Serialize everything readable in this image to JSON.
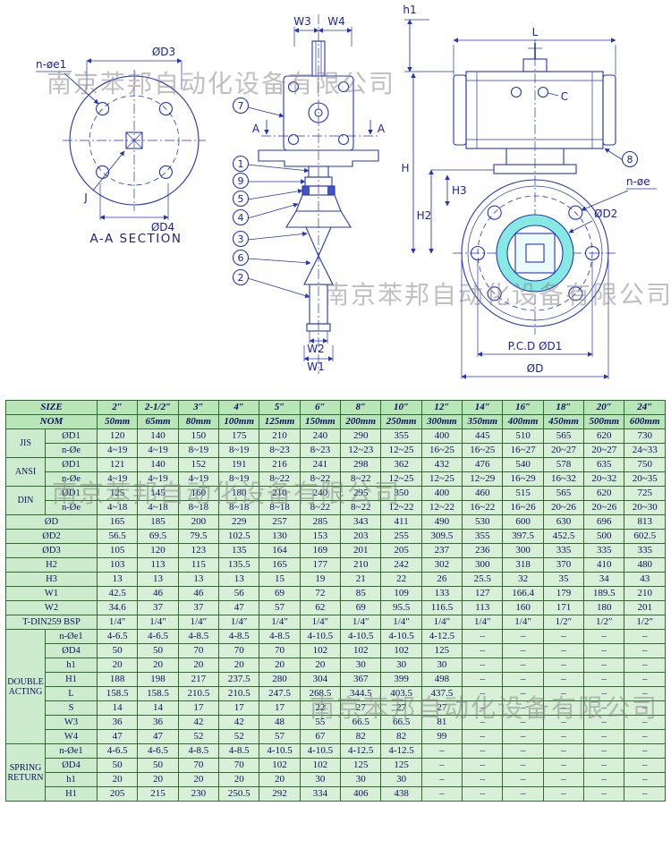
{
  "watermark_text": "南京苯邦自动化设备有限公司",
  "drawing": {
    "section_title": "A-A SECTION",
    "labels": {
      "n_oe1": "n-øe1",
      "d3": "ØD3",
      "d4": "ØD4",
      "j": "J",
      "w3": "W3",
      "w4": "W4",
      "w1": "W1",
      "w2": "W2",
      "a_left": "A",
      "a_right": "A",
      "h1": "h1",
      "L": "L",
      "C": "C",
      "H": "H",
      "H2": "H2",
      "H3": "H3",
      "n_oe": "n-øe",
      "d2": "ØD2",
      "pcd_d1": "P.C.D ØD1",
      "d": "ØD"
    },
    "balloons": {
      "b1": "1",
      "b2": "2",
      "b3": "3",
      "b4": "4",
      "b5": "5",
      "b6": "6",
      "b7": "7",
      "b8": "8",
      "b9": "9"
    }
  },
  "table": {
    "size_label": "SIZE",
    "nom_label": "NOM",
    "sizes": [
      "2″",
      "2-1/2″",
      "3″",
      "4″",
      "5″",
      "6″",
      "8″",
      "10″",
      "12″",
      "14″",
      "16″",
      "18″",
      "20″",
      "24″"
    ],
    "noms": [
      "50mm",
      "65mm",
      "80mm",
      "100mm",
      "125mm",
      "150mm",
      "200mm",
      "250mm",
      "300mm",
      "350mm",
      "400mm",
      "450mm",
      "500mm",
      "600mm"
    ],
    "groups": [
      {
        "name": "JIS",
        "rows": [
          {
            "param": "ØD1",
            "values": [
              "120",
              "140",
              "150",
              "175",
              "210",
              "240",
              "290",
              "355",
              "400",
              "445",
              "510",
              "565",
              "620",
              "730"
            ]
          },
          {
            "param": "n-Øe",
            "values": [
              "4~19",
              "4~19",
              "8~19",
              "8~19",
              "8~23",
              "8~23",
              "12~23",
              "12~25",
              "16~25",
              "16~25",
              "16~27",
              "20~27",
              "20~27",
              "24~33"
            ]
          }
        ]
      },
      {
        "name": "ANSI",
        "rows": [
          {
            "param": "ØD1",
            "values": [
              "121",
              "140",
              "152",
              "191",
              "216",
              "241",
              "298",
              "362",
              "432",
              "476",
              "540",
              "578",
              "635",
              "750"
            ]
          },
          {
            "param": "n-Øe",
            "values": [
              "4~19",
              "4~19",
              "4~19",
              "8~19",
              "8~22",
              "8~22",
              "8~22",
              "12~25",
              "12~25",
              "12~29",
              "16~29",
              "16~32",
              "20~32",
              "20~35"
            ]
          }
        ]
      },
      {
        "name": "DIN",
        "rows": [
          {
            "param": "ØD1",
            "values": [
              "125",
              "145",
              "160",
              "180",
              "210",
              "240",
              "295",
              "350",
              "400",
              "460",
              "515",
              "565",
              "620",
              "725"
            ]
          },
          {
            "param": "n-Øe",
            "values": [
              "4~18",
              "4~18",
              "8~18",
              "8~18",
              "8~18",
              "8~22",
              "8~22",
              "12~22",
              "12~22",
              "16~22",
              "16~26",
              "20~26",
              "20~26",
              "20~30"
            ]
          }
        ]
      },
      {
        "name": "",
        "rows": [
          {
            "param": "ØD",
            "values": [
              "165",
              "185",
              "200",
              "229",
              "257",
              "285",
              "343",
              "411",
              "490",
              "530",
              "600",
              "630",
              "696",
              "813"
            ]
          },
          {
            "param": "ØD2",
            "values": [
              "56.5",
              "69.5",
              "79.5",
              "102.5",
              "130",
              "153",
              "203",
              "255",
              "309.5",
              "355",
              "397.5",
              "452.5",
              "500",
              "602.5"
            ]
          },
          {
            "param": "ØD3",
            "values": [
              "105",
              "120",
              "123",
              "135",
              "164",
              "169",
              "201",
              "205",
              "237",
              "236",
              "300",
              "335",
              "335",
              "335"
            ]
          },
          {
            "param": "H2",
            "values": [
              "103",
              "113",
              "115",
              "135.5",
              "165",
              "177",
              "210",
              "242",
              "302",
              "300",
              "318",
              "370",
              "410",
              "480"
            ]
          },
          {
            "param": "H3",
            "values": [
              "13",
              "13",
              "13",
              "13",
              "15",
              "19",
              "21",
              "22",
              "26",
              "25.5",
              "32",
              "35",
              "34",
              "43"
            ]
          },
          {
            "param": "W1",
            "values": [
              "42.5",
              "46",
              "46",
              "56",
              "69",
              "72",
              "85",
              "109",
              "133",
              "127",
              "166.4",
              "179",
              "189.5",
              "210"
            ]
          },
          {
            "param": "W2",
            "values": [
              "34.6",
              "37",
              "37",
              "47",
              "57",
              "62",
              "69",
              "95.5",
              "116.5",
              "113",
              "160",
              "171",
              "180",
              "201"
            ]
          },
          {
            "param": "T-DIN259 BSP",
            "values": [
              "1/4″",
              "1/4″",
              "1/4″",
              "1/4″",
              "1/4″",
              "1/4″",
              "1/4″",
              "1/4″",
              "1/4″",
              "1/4″",
              "1/4″",
              "1/2″",
              "1/2″",
              "1/2″"
            ]
          }
        ]
      },
      {
        "name": "DOUBLE ACTING",
        "rows": [
          {
            "param": "n-Øe1",
            "values": [
              "4-6.5",
              "4-6.5",
              "4-8.5",
              "4-8.5",
              "4-8.5",
              "4-10.5",
              "4-10.5",
              "4-10.5",
              "4-12.5",
              "–",
              "–",
              "–",
              "–",
              "–"
            ]
          },
          {
            "param": "ØD4",
            "values": [
              "50",
              "50",
              "70",
              "70",
              "70",
              "102",
              "102",
              "102",
              "125",
              "–",
              "–",
              "–",
              "–",
              "–"
            ]
          },
          {
            "param": "h1",
            "values": [
              "20",
              "20",
              "20",
              "20",
              "20",
              "20",
              "30",
              "30",
              "30",
              "–",
              "–",
              "–",
              "–",
              "–"
            ]
          },
          {
            "param": "H1",
            "values": [
              "188",
              "198",
              "217",
              "237.5",
              "280",
              "304",
              "367",
              "399",
              "498",
              "–",
              "–",
              "–",
              "–",
              "–"
            ]
          },
          {
            "param": "L",
            "values": [
              "158.5",
              "158.5",
              "210.5",
              "210.5",
              "247.5",
              "268.5",
              "344.5",
              "403.5",
              "437.5",
              "–",
              "–",
              "–",
              "–",
              "–"
            ]
          },
          {
            "param": "S",
            "values": [
              "14",
              "14",
              "17",
              "17",
              "17",
              "22",
              "27",
              "27",
              "27",
              "–",
              "–",
              "–",
              "–",
              "–"
            ]
          },
          {
            "param": "W3",
            "values": [
              "36",
              "36",
              "42",
              "42",
              "48",
              "55",
              "66.5",
              "66.5",
              "81",
              "–",
              "–",
              "–",
              "–",
              "–"
            ]
          },
          {
            "param": "W4",
            "values": [
              "47",
              "47",
              "52",
              "52",
              "57",
              "67",
              "82",
              "82",
              "99",
              "–",
              "–",
              "–",
              "–",
              "–"
            ]
          }
        ]
      },
      {
        "name": "SPRING RETURN",
        "rows": [
          {
            "param": "n-Øe1",
            "values": [
              "4-6.5",
              "4-6.5",
              "4-8.5",
              "4-8.5",
              "4-10.5",
              "4-10.5",
              "4-12.5",
              "4-12.5",
              "–",
              "–",
              "–",
              "–",
              "–",
              "–"
            ]
          },
          {
            "param": "ØD4",
            "values": [
              "50",
              "50",
              "70",
              "70",
              "102",
              "102",
              "125",
              "125",
              "–",
              "–",
              "–",
              "–",
              "–",
              "–"
            ]
          },
          {
            "param": "h1",
            "values": [
              "20",
              "20",
              "20",
              "20",
              "20",
              "30",
              "30",
              "30",
              "–",
              "–",
              "–",
              "–",
              "–",
              "–"
            ]
          },
          {
            "param": "H1",
            "values": [
              "205",
              "215",
              "230",
              "250.5",
              "292",
              "334",
              "406",
              "438",
              "–",
              "–",
              "–",
              "–",
              "–",
              "–"
            ]
          }
        ]
      }
    ]
  }
}
